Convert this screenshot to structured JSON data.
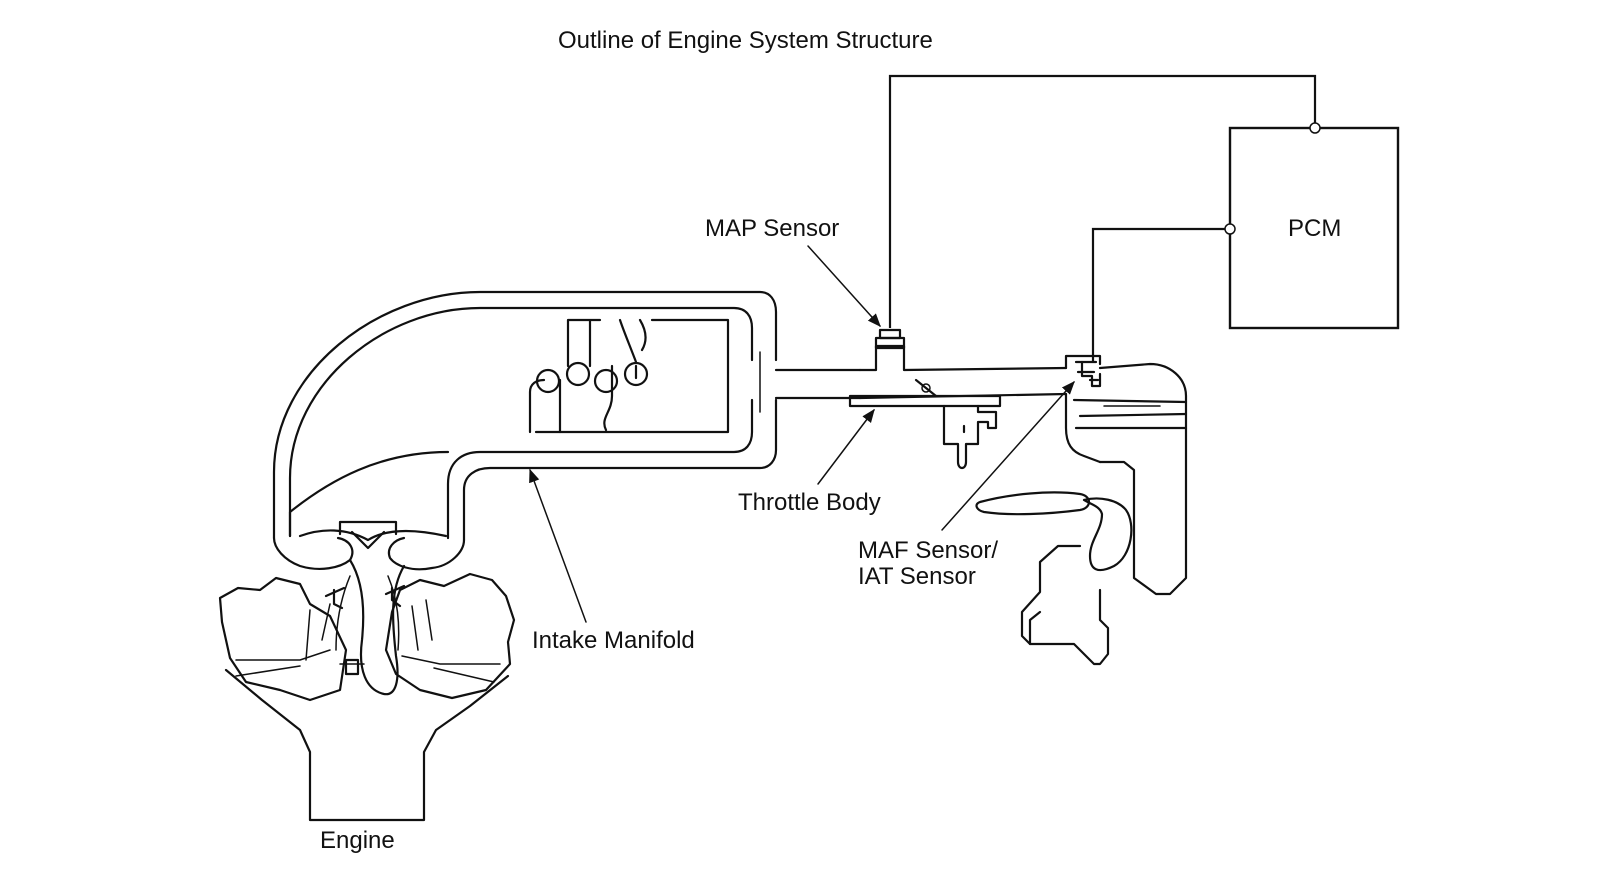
{
  "diagram": {
    "title": "Outline of Engine System Structure",
    "labels": {
      "map_sensor": "MAP Sensor",
      "pcm": "PCM",
      "throttle_body": "Throttle Body",
      "maf_sensor_line1": "MAF Sensor/",
      "maf_sensor_line2": "IAT Sensor",
      "intake_manifold": "Intake Manifold",
      "engine": "Engine"
    }
  }
}
